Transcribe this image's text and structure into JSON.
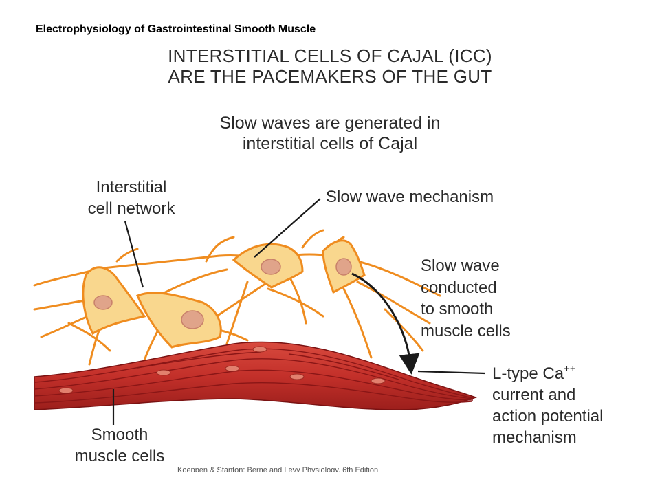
{
  "header": {
    "title": "Electrophysiology of Gastrointestinal Smooth Muscle"
  },
  "diagram": {
    "title_line1": "INTERSTITIAL CELLS OF CAJAL (ICC)",
    "title_line2": "ARE THE PACEMAKERS OF THE GUT",
    "subtitle_line1": "Slow waves are generated in",
    "subtitle_line2": "interstitial cells of Cajal",
    "labels": {
      "network_line1": "Interstitial",
      "network_line2": "cell network",
      "mechanism": "Slow wave mechanism",
      "conducted_line1": "Slow wave",
      "conducted_line2": "conducted",
      "conducted_line3": "to smooth",
      "conducted_line4": "muscle cells",
      "ltype_line1_text": "L-type Ca",
      "ltype_line1_sup": "++",
      "ltype_line2": "current and",
      "ltype_line3": "action potential",
      "ltype_line4": "mechanism",
      "smooth_line1": "Smooth",
      "smooth_line2": "muscle cells"
    },
    "citation": "Koeppen & Stanton: Berne and Levy Physiology, 6th Edition"
  },
  "colors": {
    "icc_fill": "#f9d78e",
    "icc_stroke": "#ef8c1f",
    "nucleus_fill": "#e0a48a",
    "muscle_fill": "#c8302c",
    "muscle_stripe": "#8a1616",
    "muscle_nucleus": "#e2806e",
    "leader_line": "#1a1a1a"
  }
}
